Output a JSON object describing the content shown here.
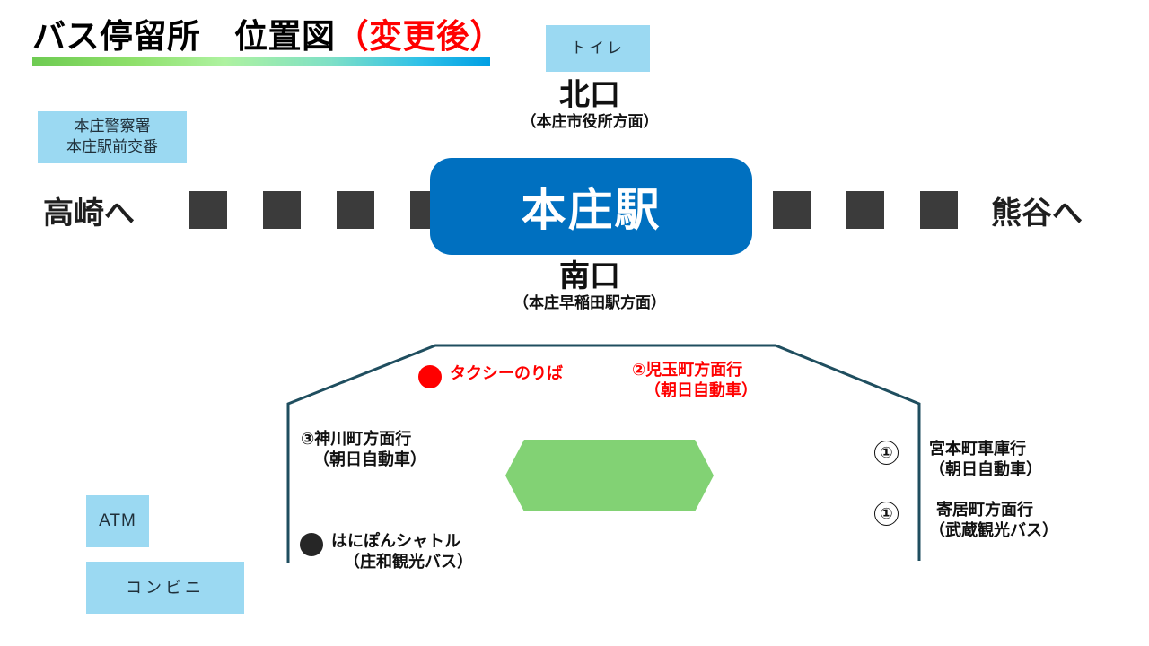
{
  "title": {
    "main": "バス停留所　位置図",
    "suffix": "（変更後）"
  },
  "station": {
    "name": "本庄駅",
    "color": "#0070C0"
  },
  "rail": {
    "left_label": "高崎へ",
    "right_label": "熊谷へ",
    "tie_color": "#3B3B3B"
  },
  "exits": {
    "north": {
      "name": "北口",
      "sub": "（本庄市役所方面）"
    },
    "south": {
      "name": "南口",
      "sub": "（本庄早稲田駅方面）"
    }
  },
  "facilities": {
    "police": {
      "line1": "本庄警察署",
      "line2": "本庄駅前交番"
    },
    "toilet": {
      "label": "トイレ"
    },
    "atm": {
      "label": "ATM"
    },
    "convenience": {
      "label": "コンビニ"
    },
    "box_color": "#9BD9F2"
  },
  "rotary": {
    "island_color": "#82D274",
    "outline_color": "#1F4E5F",
    "stops": [
      {
        "key": "taxi",
        "marker": "red-dot",
        "line1": "タクシーのりば",
        "line2": "",
        "color": "#FF0000"
      },
      {
        "key": "kodama",
        "marker": "number",
        "number": "②",
        "line1": "児玉町方面行",
        "line2": "（朝日自動車）",
        "color": "#FF0000"
      },
      {
        "key": "kamikawa",
        "marker": "number",
        "number": "③",
        "line1": "神川町方面行",
        "line2": "（朝日自動車）",
        "color": "#111111"
      },
      {
        "key": "hanipon",
        "marker": "black-dot",
        "line1": "はにぽんシャトル",
        "line2": "（庄和観光バス）",
        "color": "#111111"
      },
      {
        "key": "miyamoto",
        "marker": "number",
        "number": "①",
        "line1": "宮本町車庫行",
        "line2": "（朝日自動車）",
        "color": "#111111"
      },
      {
        "key": "yorii",
        "marker": "number",
        "number": "①",
        "line1": "寄居町方面行",
        "line2": "（武蔵観光バス）",
        "color": "#111111"
      }
    ]
  }
}
